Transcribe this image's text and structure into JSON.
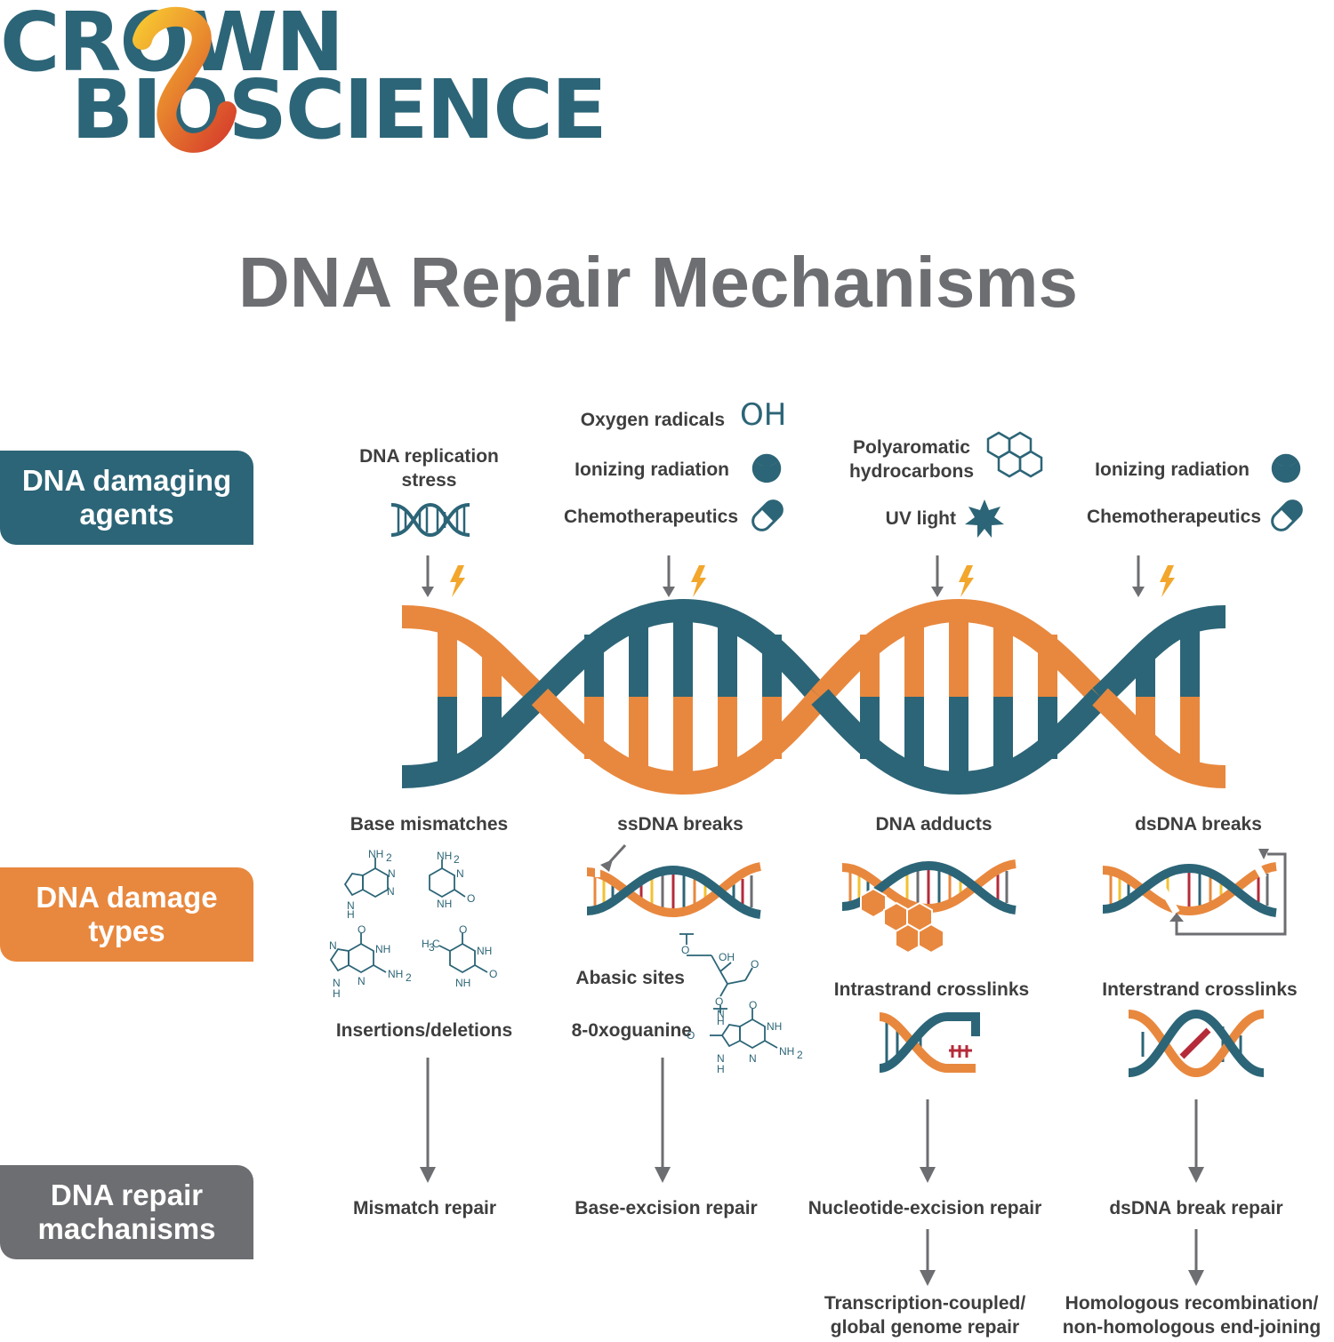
{
  "logo": {
    "line1": "CROWN",
    "line2": "BIOSCIENCE"
  },
  "title": "DNA Repair Mechanisms",
  "rows": {
    "agents": "DNA damaging agents",
    "types": "DNA damage types",
    "repair": "DNA repair machanisms"
  },
  "agents": {
    "col1": "DNA replication stress",
    "col2": [
      "Oxygen radicals",
      "Ionizing radiation",
      "Chemotherapeutics"
    ],
    "col3": [
      "Polyaromatic hydrocarbons",
      "UV light"
    ],
    "col4": [
      "Ionizing radiation",
      "Chemotherapeutics"
    ]
  },
  "oh_label": "OH",
  "damage_types": {
    "col1": [
      "Base mismatches",
      "Insertions/deletions"
    ],
    "col2": [
      "ssDNA breaks",
      "Abasic sites",
      "8-0xoguanine"
    ],
    "col3": [
      "DNA adducts",
      "Intrastrand crosslinks"
    ],
    "col4": [
      "dsDNA breaks",
      "Interstrand crosslinks"
    ]
  },
  "chem_labels": {
    "nh2": "NH",
    "nh": "NH",
    "h": "H",
    "n": "N",
    "o": "O",
    "oh": "OH",
    "h3c": "H",
    "sub2": "2",
    "sub3": "3",
    "c": "C"
  },
  "repair": {
    "col1": "Mismatch repair",
    "col2": "Base-excision repair",
    "col3": "Nucleotide-excision repair",
    "col4": "dsDNA break repair"
  },
  "sub_repair": {
    "col3": [
      "Transcription-coupled/",
      "global genome repair"
    ],
    "col4": [
      "Homologous recombination/",
      "non-homologous end-joining"
    ]
  },
  "colors": {
    "teal": "#2c6577",
    "orange": "#e8883e",
    "gray": "#6d6e71",
    "bolt": "#f2a62c",
    "arrow": "#6d6e71"
  }
}
